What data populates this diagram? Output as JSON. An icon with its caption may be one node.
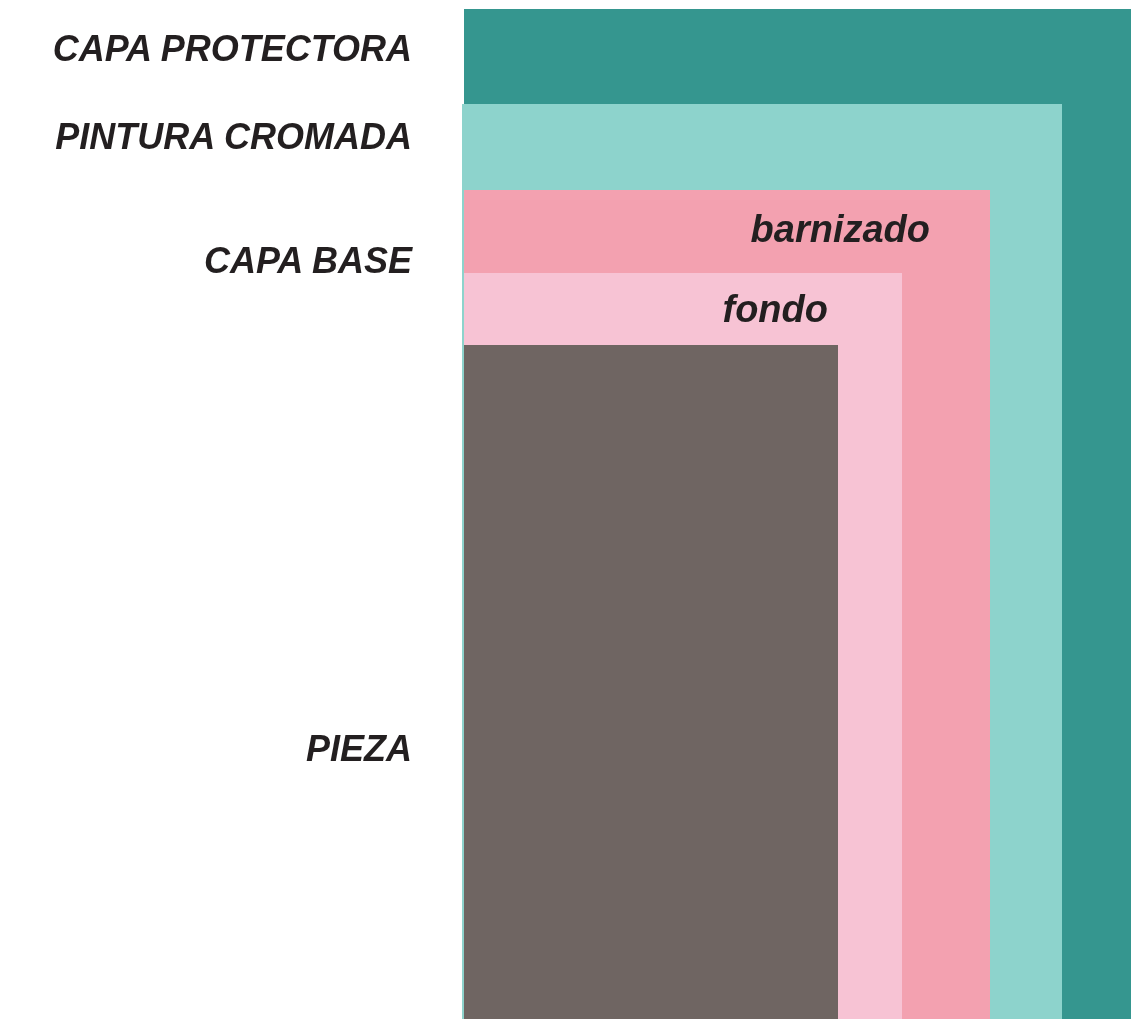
{
  "diagram": {
    "nodes": [
      {
        "text": [],
        "shape": "box",
        "beside": [
          "CAPA PROTECTORA"
        ]
      },
      {
        "text": [],
        "shape": "box",
        "in": 0,
        "beside": [
          "PINTURA CROMADA"
        ]
      },
      {
        "text": [
          "barnizado"
        ],
        "in": 1
      },
      {
        "text": [
          "fondo"
        ],
        "in": 2
      },
      {
        "text": [],
        "shape": "box",
        "in": 3,
        "beside": [
          "PIEZA"
        ]
      }
    ],
    "labels": [
      "CAPA BASE"
    ]
  }
}
